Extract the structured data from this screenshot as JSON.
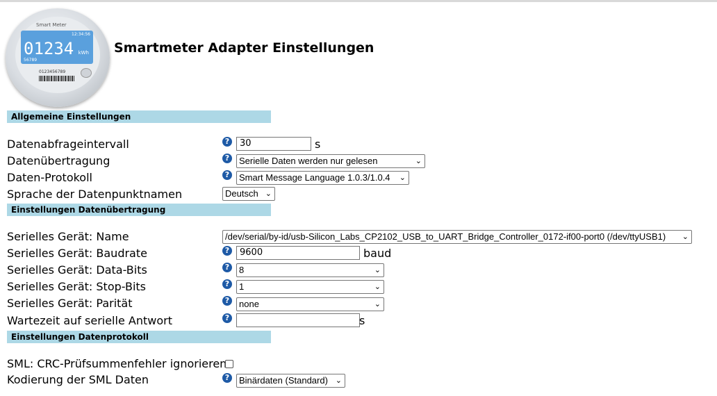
{
  "header": {
    "title": "Smartmeter Adapter Einstellungen",
    "logo": {
      "brand": "Smart Meter",
      "time": "12:34:56",
      "reading": "01234",
      "unit": "kWh",
      "small_number": "56789",
      "serial": "0123456789"
    }
  },
  "sections": {
    "general": "Allgemeine Einstellungen",
    "transfer": "Einstellungen Datenübertragung",
    "protocol": "Einstellungen Datenprotokoll"
  },
  "general": {
    "interval_label": "Datenabfrageintervall",
    "interval_value": "30",
    "interval_unit": "s",
    "transfer_label": "Datenübertragung",
    "transfer_value": "Serielle Daten werden nur gelesen",
    "protocol_label": "Daten-Protokoll",
    "protocol_value": "Smart Message Language 1.0.3/1.0.4",
    "language_label": "Sprache der Datenpunktnamen",
    "language_value": "Deutsch"
  },
  "serial": {
    "name_label": "Serielles Gerät: Name",
    "name_value": "/dev/serial/by-id/usb-Silicon_Labs_CP2102_USB_to_UART_Bridge_Controller_0172-if00-port0 (/dev/ttyUSB1)",
    "baud_label": "Serielles Gerät: Baudrate",
    "baud_value": "9600",
    "baud_unit": "baud",
    "databits_label": "Serielles Gerät: Data-Bits",
    "databits_value": "8",
    "stopbits_label": "Serielles Gerät: Stop-Bits",
    "stopbits_value": "1",
    "parity_label": "Serielles Gerät: Parität",
    "parity_value": "none",
    "wait_label": "Wartezeit auf serielle Antwort",
    "wait_value": "",
    "wait_unit": "s"
  },
  "protocol": {
    "crc_label": "SML: CRC-Prüfsummenfehler ignorieren",
    "crc_checked": false,
    "encoding_label": "Kodierung der SML Daten",
    "encoding_value": "Binärdaten (Standard)"
  },
  "icons": {
    "help": "?",
    "chevron": "⌄"
  },
  "colors": {
    "section_bg": "#add8e6",
    "help_icon": "#1e5aa6"
  }
}
